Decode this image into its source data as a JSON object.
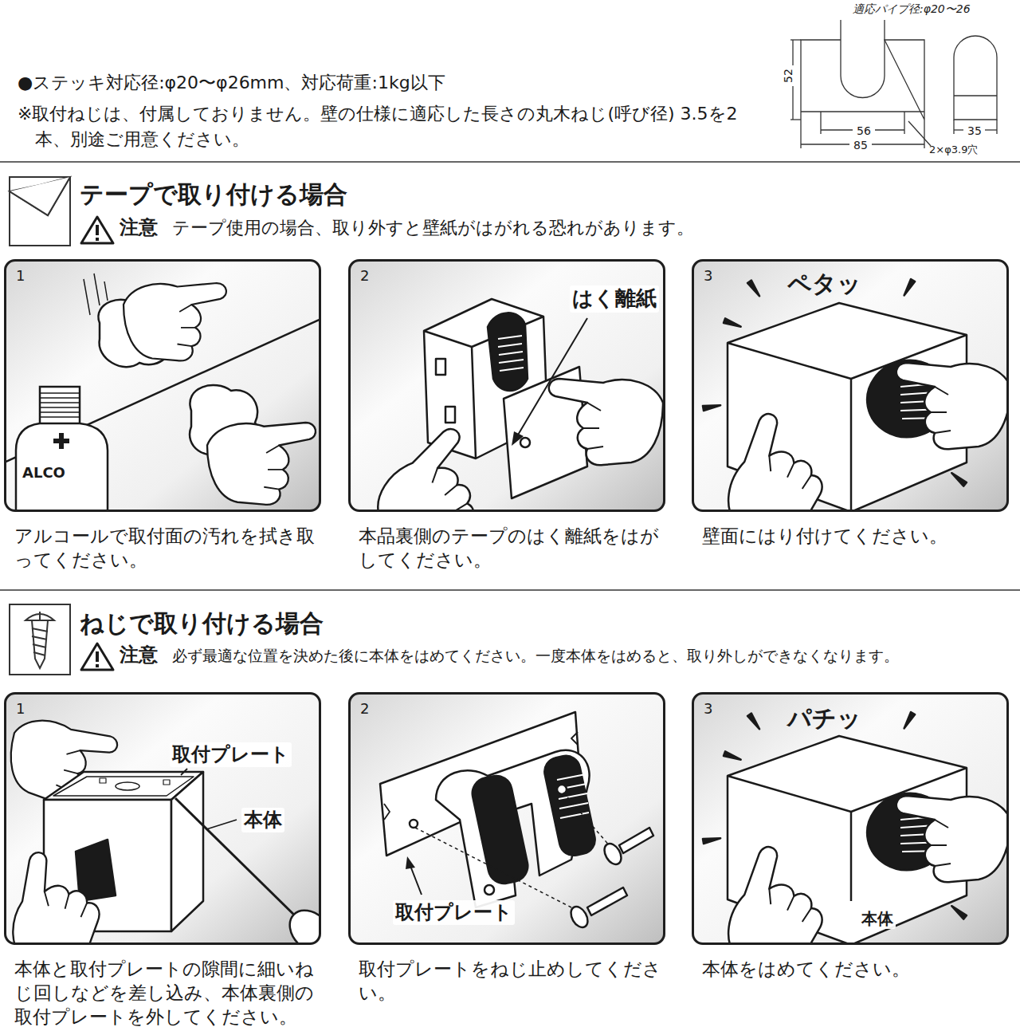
{
  "diagram": {
    "nodes": [
      {
        "text": [
          "1",
          "ALCO",
          "アルコールで取付面の汚れを拭き取ってください。"
        ]
      },
      {
        "text": [
          "2",
          "はく離紙",
          "本品裏側のテープのはく離紙をはがしてください。"
        ]
      },
      {
        "text": [
          "3",
          "ペタッ",
          "壁面にはり付けてください。"
        ]
      },
      {
        "text": [
          "1",
          "取付プレート",
          "本体",
          "本体と取付プレートの隙間に細いねじ回しなどを差し込み、本体裏側の取付プレートを外してください。"
        ]
      },
      {
        "text": [
          "2",
          "取付プレート",
          "取付プレートをねじ止めしてください。"
        ]
      },
      {
        "text": [
          "3",
          "パチッ",
          "本体",
          "本体をはめてください。"
        ]
      }
    ],
    "labels": [
      "●ステッキ対応径:φ20〜φ26mm、対応荷重:1kg以下",
      "※取付ねじは、付属しておりません。壁の仕様に適応した長さの丸木ねじ(呼び径) 3.5を2本、別途ご用意ください。",
      "適応パイプ径:φ20〜26",
      "52",
      "56",
      "85",
      "35",
      "2×φ3.9穴",
      "テープで取り付ける場合",
      "注意",
      "テープ使用の場合、取り外すと壁紙がはがれる恐れがあります。",
      "ねじで取り付ける場合",
      "注意",
      "必ず最適な位置を決めた後に本体をはめてください。一度本体をはめると、取り外しができなくなります。"
    ]
  }
}
